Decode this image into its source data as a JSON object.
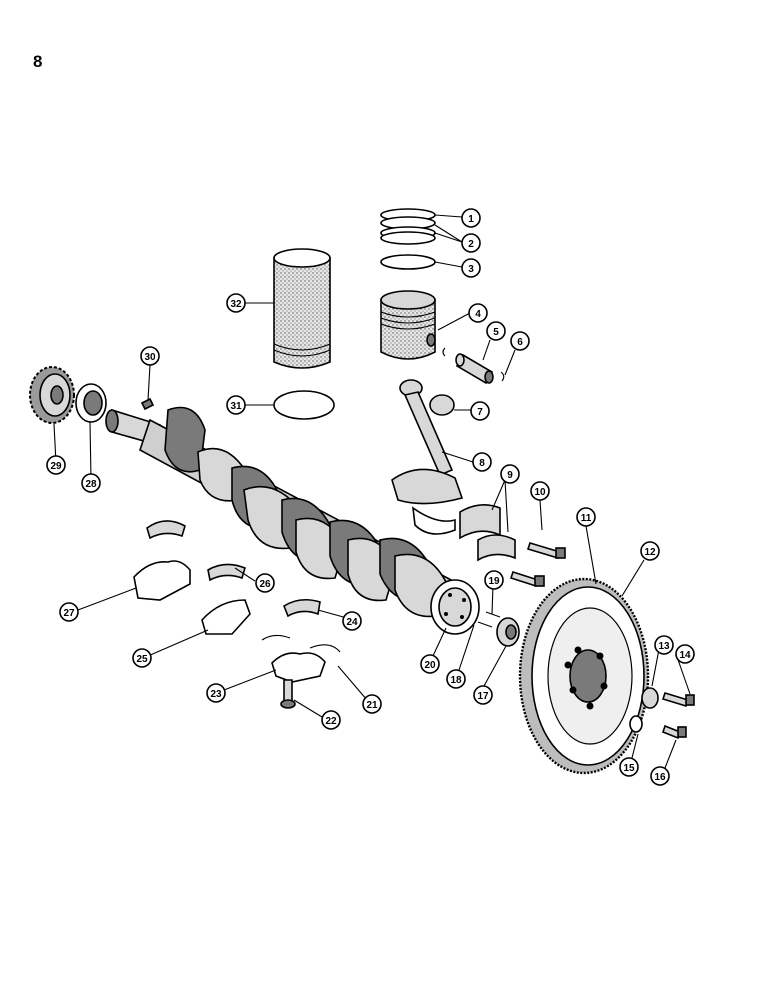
{
  "page": {
    "number": "8"
  },
  "callouts": [
    "1",
    "2",
    "3",
    "4",
    "5",
    "6",
    "7",
    "8",
    "9",
    "10",
    "11",
    "12",
    "13",
    "14",
    "15",
    "16",
    "17",
    "18",
    "19",
    "20",
    "21",
    "22",
    "23",
    "24",
    "25",
    "26",
    "27",
    "28",
    "29",
    "30",
    "31",
    "32"
  ]
}
